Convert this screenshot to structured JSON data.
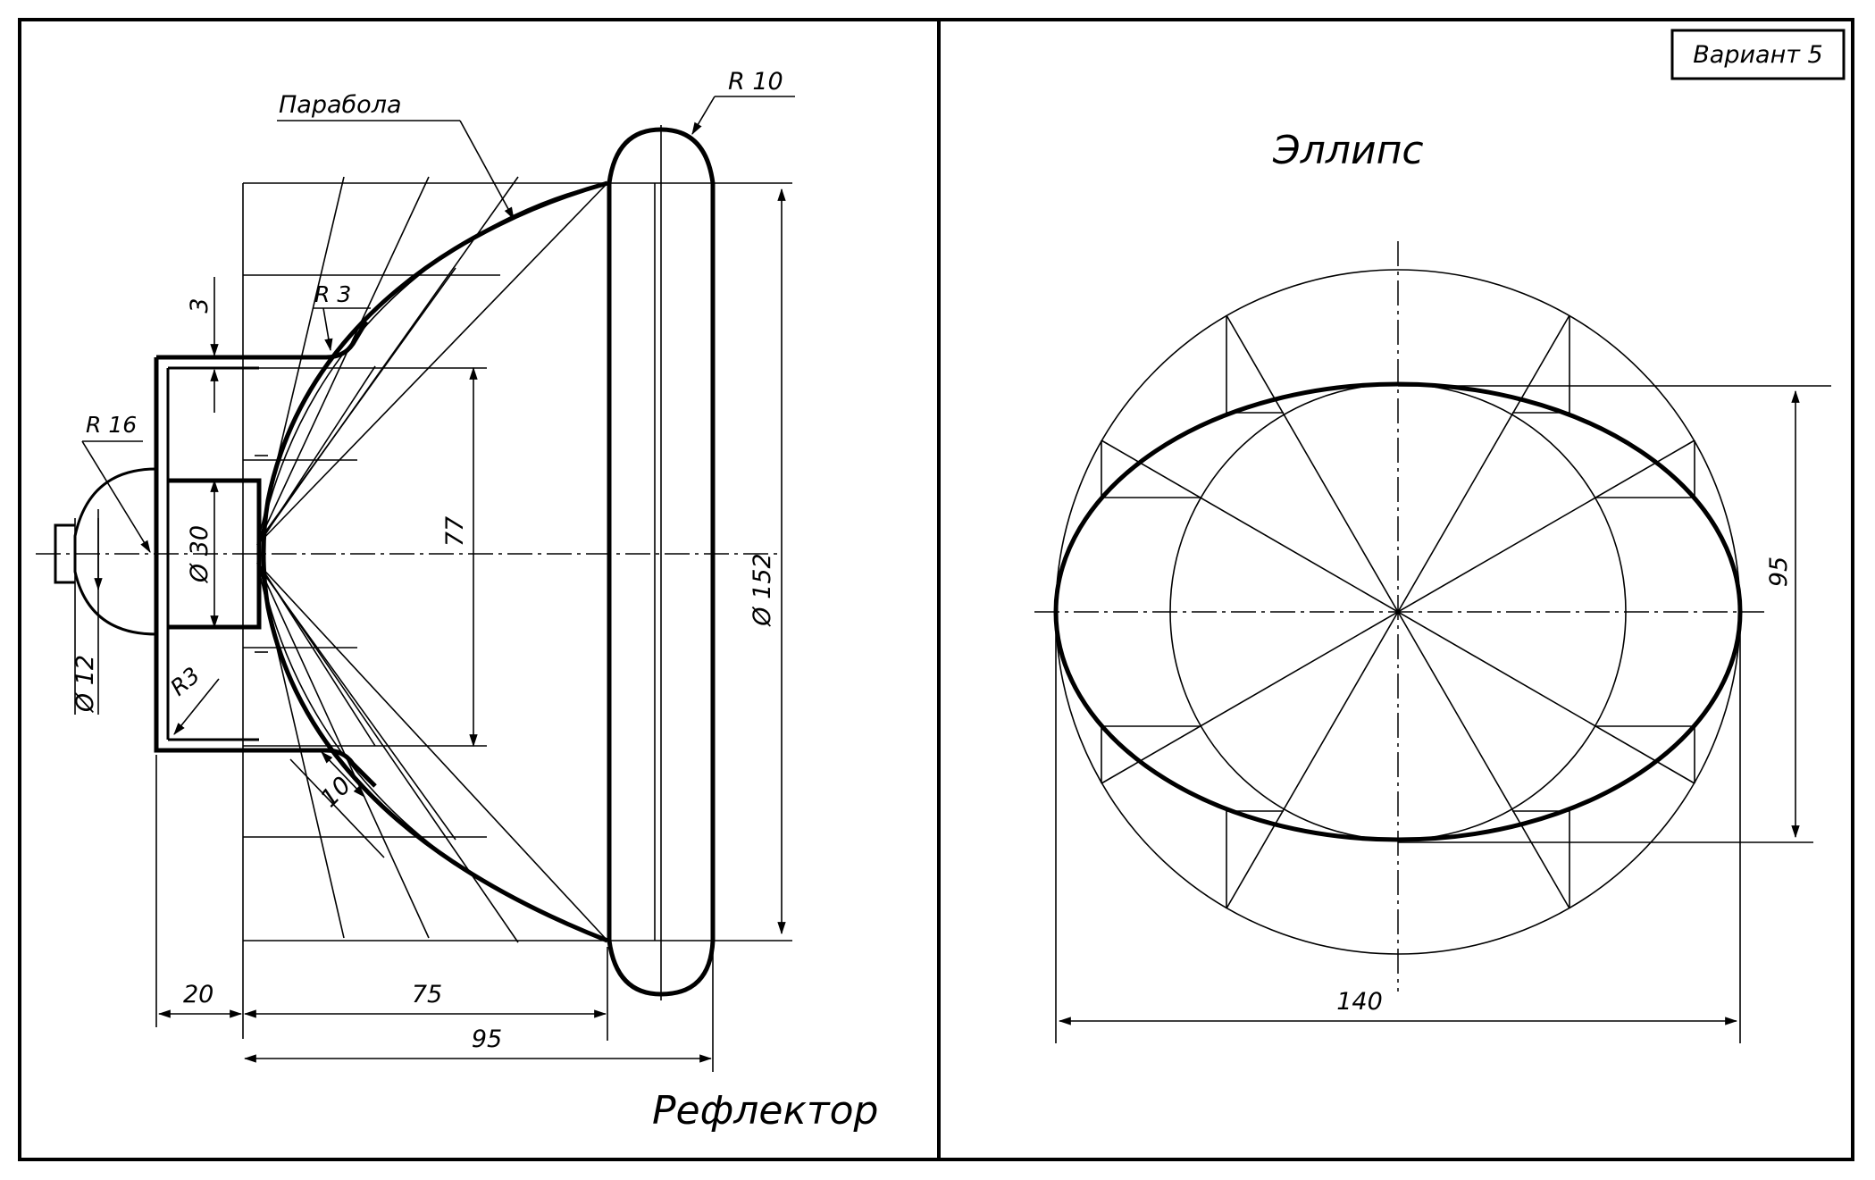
{
  "variant": "Вариант 5",
  "reflector": {
    "title": "Рефлектор",
    "parabola_label": "Парабола",
    "dims": {
      "r10": "R 10",
      "r3_top": "R 3",
      "r3_bottom": "R3",
      "r16": "R 16",
      "d30": "Ø 30",
      "d152": "Ø 152",
      "d12": "Ø 12",
      "h77": "77",
      "t3": "3",
      "t10": "10",
      "l20": "20",
      "l75": "75",
      "l95": "95"
    }
  },
  "ellipse": {
    "title": "Эллипс",
    "dims": {
      "width": "140",
      "height": "95"
    }
  }
}
